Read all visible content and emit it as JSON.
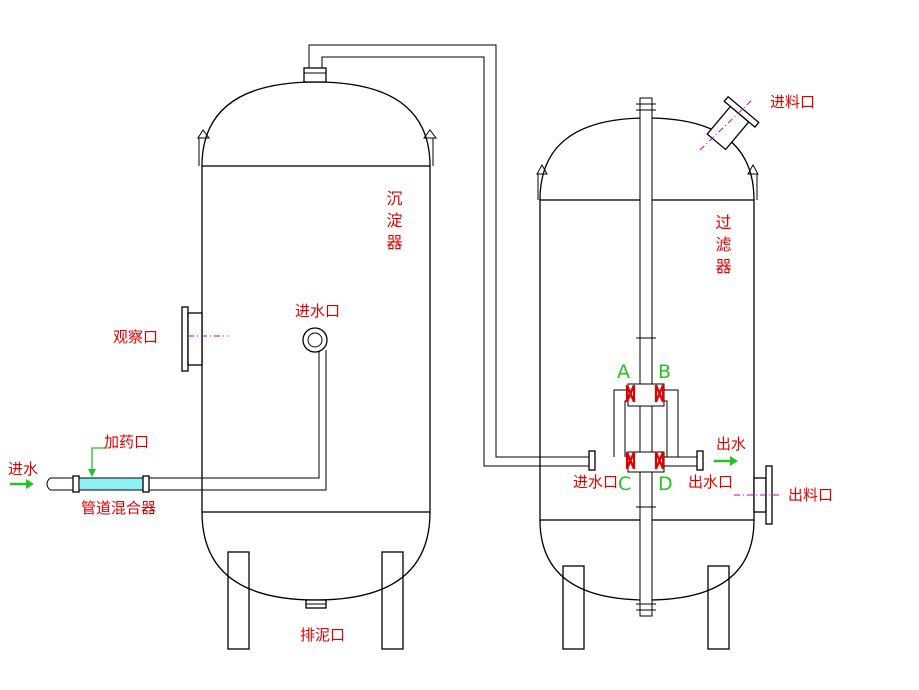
{
  "labels": {
    "inlet_water": "进水",
    "dosing_port": "加药口",
    "pipe_mixer": "管道混合器",
    "observation_port": "观察口",
    "settler_inlet": "进水口",
    "settler_name": "沉淀器",
    "sludge_outlet": "排泥口",
    "feed_port": "进料口",
    "filter_name": "过滤器",
    "filter_inlet": "进水口",
    "filter_outlet_port": "出水口",
    "outlet_water": "出水",
    "discharge_port": "出料口",
    "valve_a": "A",
    "valve_b": "B",
    "valve_c": "C",
    "valve_d": "D"
  },
  "colors": {
    "label_red": "#e00000",
    "valve_green": "#22c322",
    "mixer_cyan": "#8ff0f5",
    "line_black": "#000000",
    "centerline": "#c000c0"
  }
}
